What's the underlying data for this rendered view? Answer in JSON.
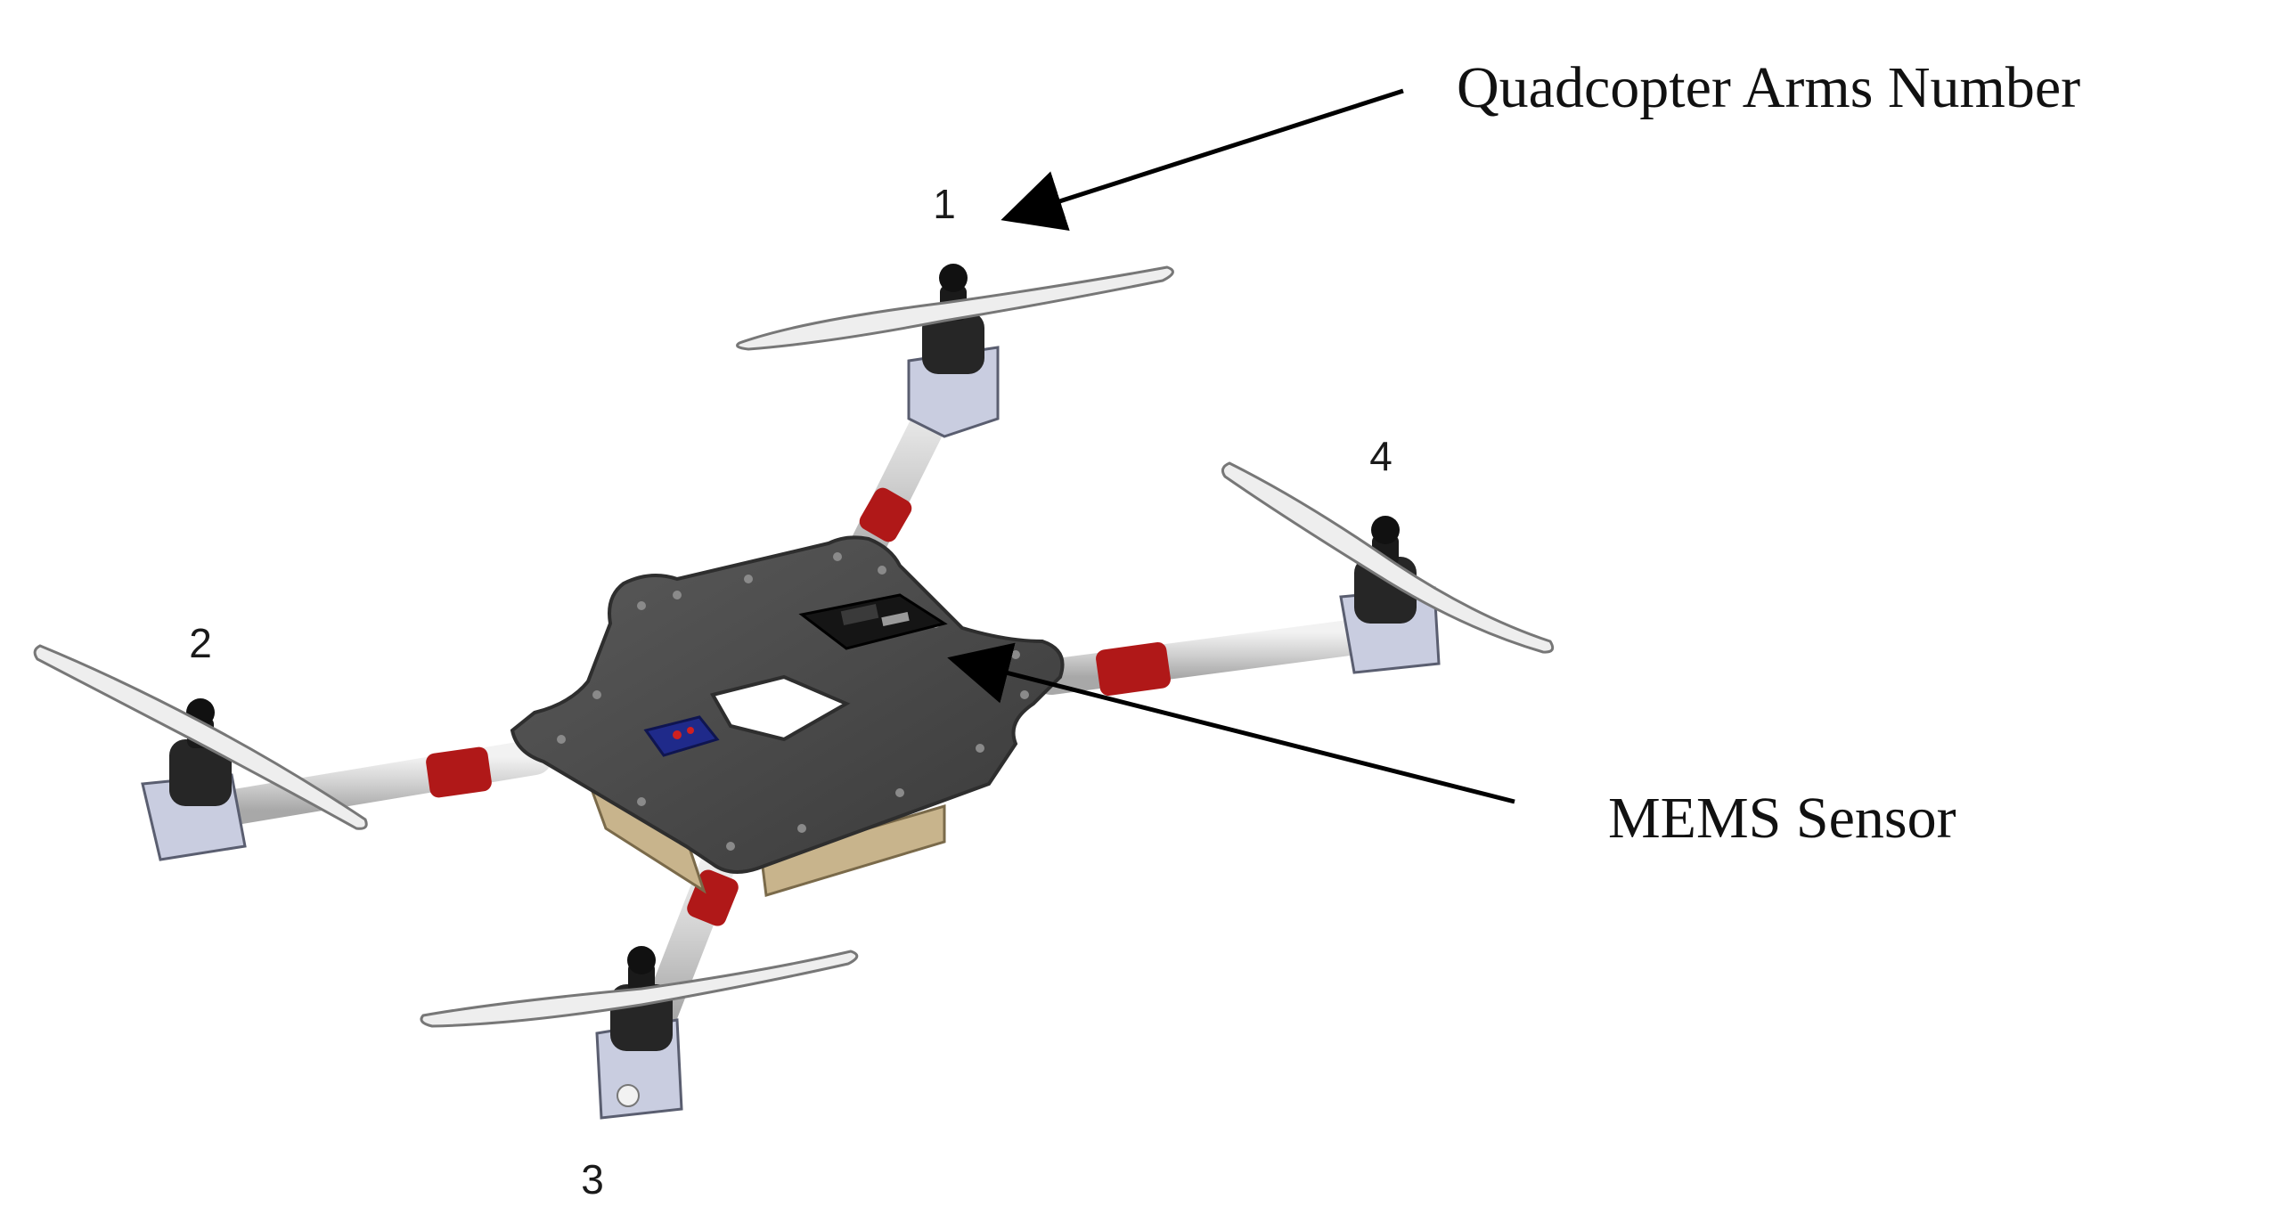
{
  "callouts": {
    "arms_number": "Quadcopter Arms Number",
    "mems_sensor": "MEMS Sensor"
  },
  "arm_labels": [
    "1",
    "2",
    "3",
    "4"
  ],
  "colors": {
    "frame": "#4a4a4a",
    "frame_edge": "#2e2e2e",
    "arm_tube": "#d9d9d9",
    "arm_joint": "#b01818",
    "motor": "#262626",
    "mount": "#c9cde0",
    "blade": "#eeeeee",
    "side_panel": "#c8b48c",
    "arrow": "#000000"
  }
}
